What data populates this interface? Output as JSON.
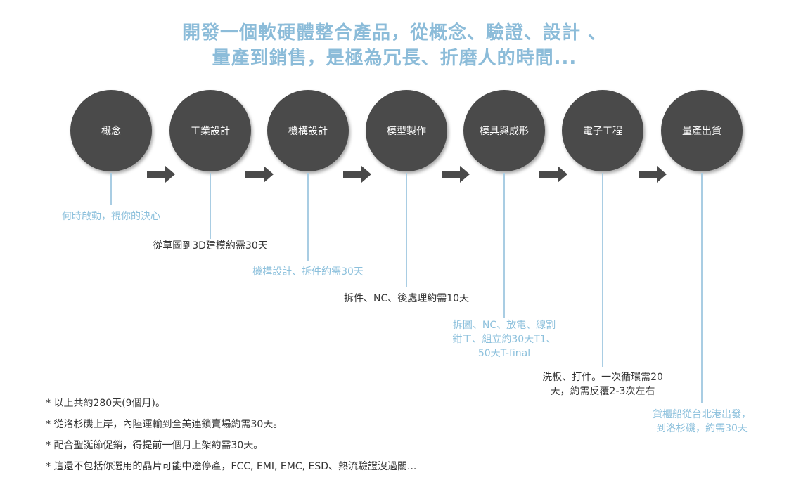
{
  "title": {
    "line1": "開發一個軟硬體整合產品，從概念、驗證、設計 、",
    "line2": "量產到銷售，是極為冗長、折磨人的時間..."
  },
  "stages": [
    {
      "name": "概念",
      "desc": [
        "何時啟動，視你的決心"
      ]
    },
    {
      "name": "工業設計",
      "desc": [
        "從草圖到3D建模約需30天"
      ]
    },
    {
      "name": "機構設計",
      "desc": [
        "機構設計、拆件約需30天"
      ]
    },
    {
      "name": "模型製作",
      "desc": [
        "拆件、NC、後處理約需10天"
      ]
    },
    {
      "name": "模具與成形",
      "desc": [
        "拆圖、NC、放電、線割",
        "鉗工、組立約30天T1、",
        "50天T-final"
      ]
    },
    {
      "name": "電子工程",
      "desc": [
        "洗板、打件。一次循環需20",
        "天，約需反覆2-3次左右"
      ]
    },
    {
      "name": "量產出貨",
      "desc": [
        "貨櫃船從台北港出發，",
        "到洛杉磯，約需30天"
      ]
    }
  ],
  "notes": [
    "* 以上共約280天(9個月)。",
    "* 從洛杉磯上岸，內陸運輸到全美連鎖賣場約需30天。",
    "* 配合聖誕節促銷，得提前一個月上架約需30天。",
    "* 這還不包括你選用的晶片可能中途停產，FCC, EMI, EMC, ESD、熱流驗證沒過關..."
  ],
  "colors": {
    "title": "#8cbcd9",
    "circle": "#4a4a4a",
    "line": "#a9cde3"
  }
}
